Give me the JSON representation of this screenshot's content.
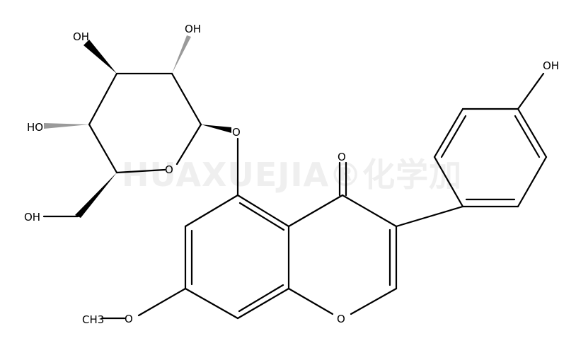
{
  "watermark": "HUAXUEJIA®化学加",
  "atoms": {
    "oh_top_left": "OH",
    "oh_top": "OH",
    "oh_left": "HO",
    "oh_bottom": "OH",
    "ring_o": "O",
    "glycosidic_o": "O",
    "carbonyl_o": "O",
    "chromone_o": "O",
    "methoxy_o": "O",
    "methyl": "CH3",
    "phenol_oh": "OH"
  }
}
